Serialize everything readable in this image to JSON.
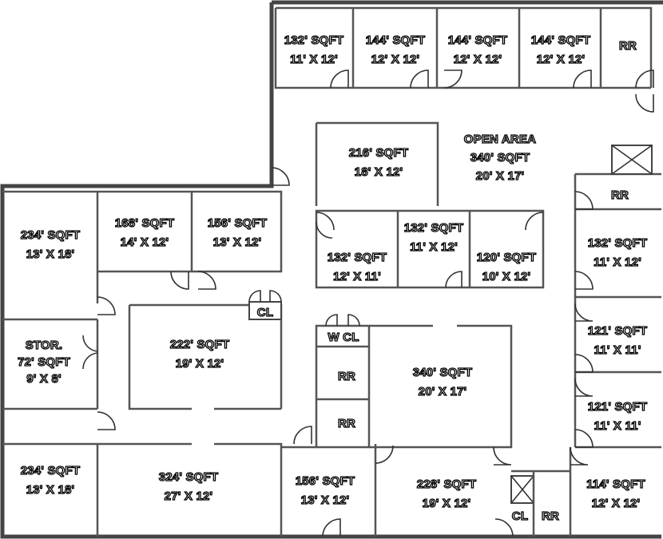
{
  "rooms": [
    {
      "id": "r1",
      "area": "132' SQFT",
      "dims": "11' X 12'"
    },
    {
      "id": "r2",
      "area": "144' SQFT",
      "dims": "12' X 12'"
    },
    {
      "id": "r3",
      "area": "144' SQFT",
      "dims": "12' X 12'"
    },
    {
      "id": "r4",
      "area": "144' SQFT",
      "dims": "12' X 12'"
    },
    {
      "id": "rr-top",
      "area": "RR",
      "dims": ""
    },
    {
      "id": "open-area",
      "title": "OPEN AREA",
      "area": "340' SQFT",
      "dims": "20' X 17'"
    },
    {
      "id": "r216",
      "area": "216' SQFT",
      "dims": "18' X 12'"
    },
    {
      "id": "rr-right",
      "area": "RR",
      "dims": ""
    },
    {
      "id": "r234a",
      "area": "234' SQFT",
      "dims": "13' X 18'"
    },
    {
      "id": "r168",
      "area": "168' SQFT",
      "dims": "14' X 12'"
    },
    {
      "id": "r156a",
      "area": "156' SQFT",
      "dims": "13' X 12'"
    },
    {
      "id": "r132mid",
      "area": "132' SQFT",
      "dims": "11' X 12'"
    },
    {
      "id": "r132b",
      "area": "132' SQFT",
      "dims": "12' X 11'"
    },
    {
      "id": "r120",
      "area": "120' SQFT",
      "dims": "10' X 12'"
    },
    {
      "id": "r132right",
      "area": "132' SQFT",
      "dims": "11' X 12'"
    },
    {
      "id": "cl-mid",
      "area": "CL",
      "dims": ""
    },
    {
      "id": "r222",
      "area": "222' SQFT",
      "dims": "19' X 12'"
    },
    {
      "id": "stor",
      "title": "STOR.",
      "area": "72' SQFT",
      "dims": "9' X 8'"
    },
    {
      "id": "wcl",
      "area": "W CL",
      "dims": ""
    },
    {
      "id": "r340",
      "area": "340' SQFT",
      "dims": "20' X 17'"
    },
    {
      "id": "r121a",
      "area": "121' SQFT",
      "dims": "11' X 11'"
    },
    {
      "id": "r121b",
      "area": "121' SQFT",
      "dims": "11' X 11'"
    },
    {
      "id": "rr-mid1",
      "area": "RR",
      "dims": ""
    },
    {
      "id": "rr-mid2",
      "area": "RR",
      "dims": ""
    },
    {
      "id": "r234b",
      "area": "234' SQFT",
      "dims": "13' X 18'"
    },
    {
      "id": "r324",
      "area": "324' SQFT",
      "dims": "27' X 12'"
    },
    {
      "id": "r156b",
      "area": "156' SQFT",
      "dims": "13' X 12'"
    },
    {
      "id": "r228",
      "area": "228' SQFT",
      "dims": "19' X 12'"
    },
    {
      "id": "r114",
      "area": "114' SQFT",
      "dims": "12' X 12'"
    },
    {
      "id": "cl-bot",
      "area": "CL",
      "dims": ""
    },
    {
      "id": "rr-bot",
      "area": "RR",
      "dims": ""
    }
  ]
}
